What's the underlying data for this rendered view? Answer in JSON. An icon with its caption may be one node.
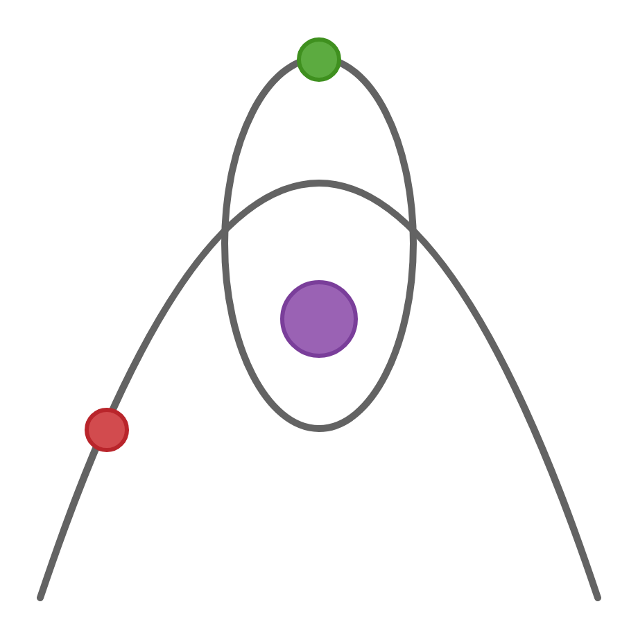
{
  "diagram": {
    "nodes": [
      {
        "text": [],
        "shape": "ellipse"
      },
      {
        "text": [],
        "shape": "circle"
      },
      {
        "text": [],
        "shape": "circle",
        "in": 0
      },
      {
        "text": [],
        "shape": "circle"
      }
    ]
  }
}
